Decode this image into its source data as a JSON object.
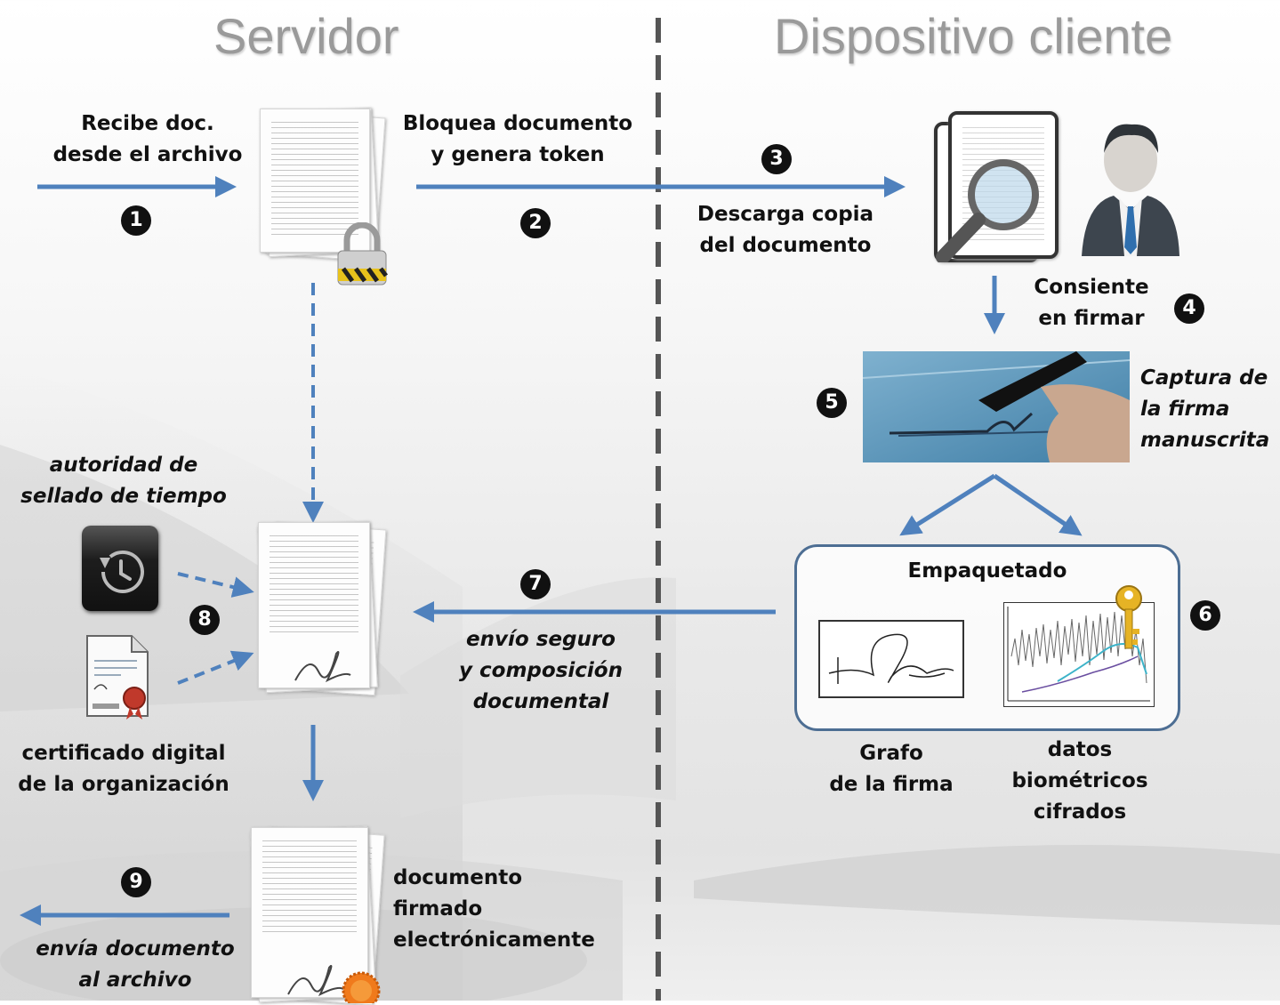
{
  "headers": {
    "left": "Servidor",
    "right": "Dispositivo cliente"
  },
  "labels": {
    "recibe": [
      "Recibe doc.",
      "desde el archivo"
    ],
    "bloquea": [
      "Bloquea documento",
      "y genera token"
    ],
    "descarga": [
      "Descarga copia",
      "del documento"
    ],
    "consiente": [
      "Consiente",
      "en firmar"
    ],
    "captura": [
      "Captura de",
      "la firma",
      "manuscrita"
    ],
    "empaquetado": "Empaquetado",
    "grafo": [
      "Grafo",
      "de la firma"
    ],
    "datos": [
      "datos",
      "biométricos",
      "cifrados"
    ],
    "envio": [
      "envío seguro",
      "y composición",
      "documental"
    ],
    "autoridad": [
      "autoridad de",
      "sellado de tiempo"
    ],
    "certificado": [
      "certificado digital",
      "de la organización"
    ],
    "firmado": [
      "documento",
      "firmado",
      "electrónicamente"
    ],
    "envia": [
      "envía documento",
      "al archivo"
    ]
  },
  "steps": [
    "1",
    "2",
    "3",
    "4",
    "5",
    "6",
    "7",
    "8",
    "9"
  ],
  "colors": {
    "arrow": "#4f81bd",
    "divider": "#555555",
    "number_bg": "#111111",
    "package_border": "#4d6e93"
  },
  "icons": {
    "locked_doc": "document-lock-icon",
    "magnifier_doc": "document-magnifier-icon",
    "user": "businessman-icon",
    "signature_photo": "pen-signing-photo",
    "key": "key-icon",
    "time_machine": "time-stamp-icon",
    "certificate": "certificate-icon",
    "seal": "seal-icon"
  }
}
